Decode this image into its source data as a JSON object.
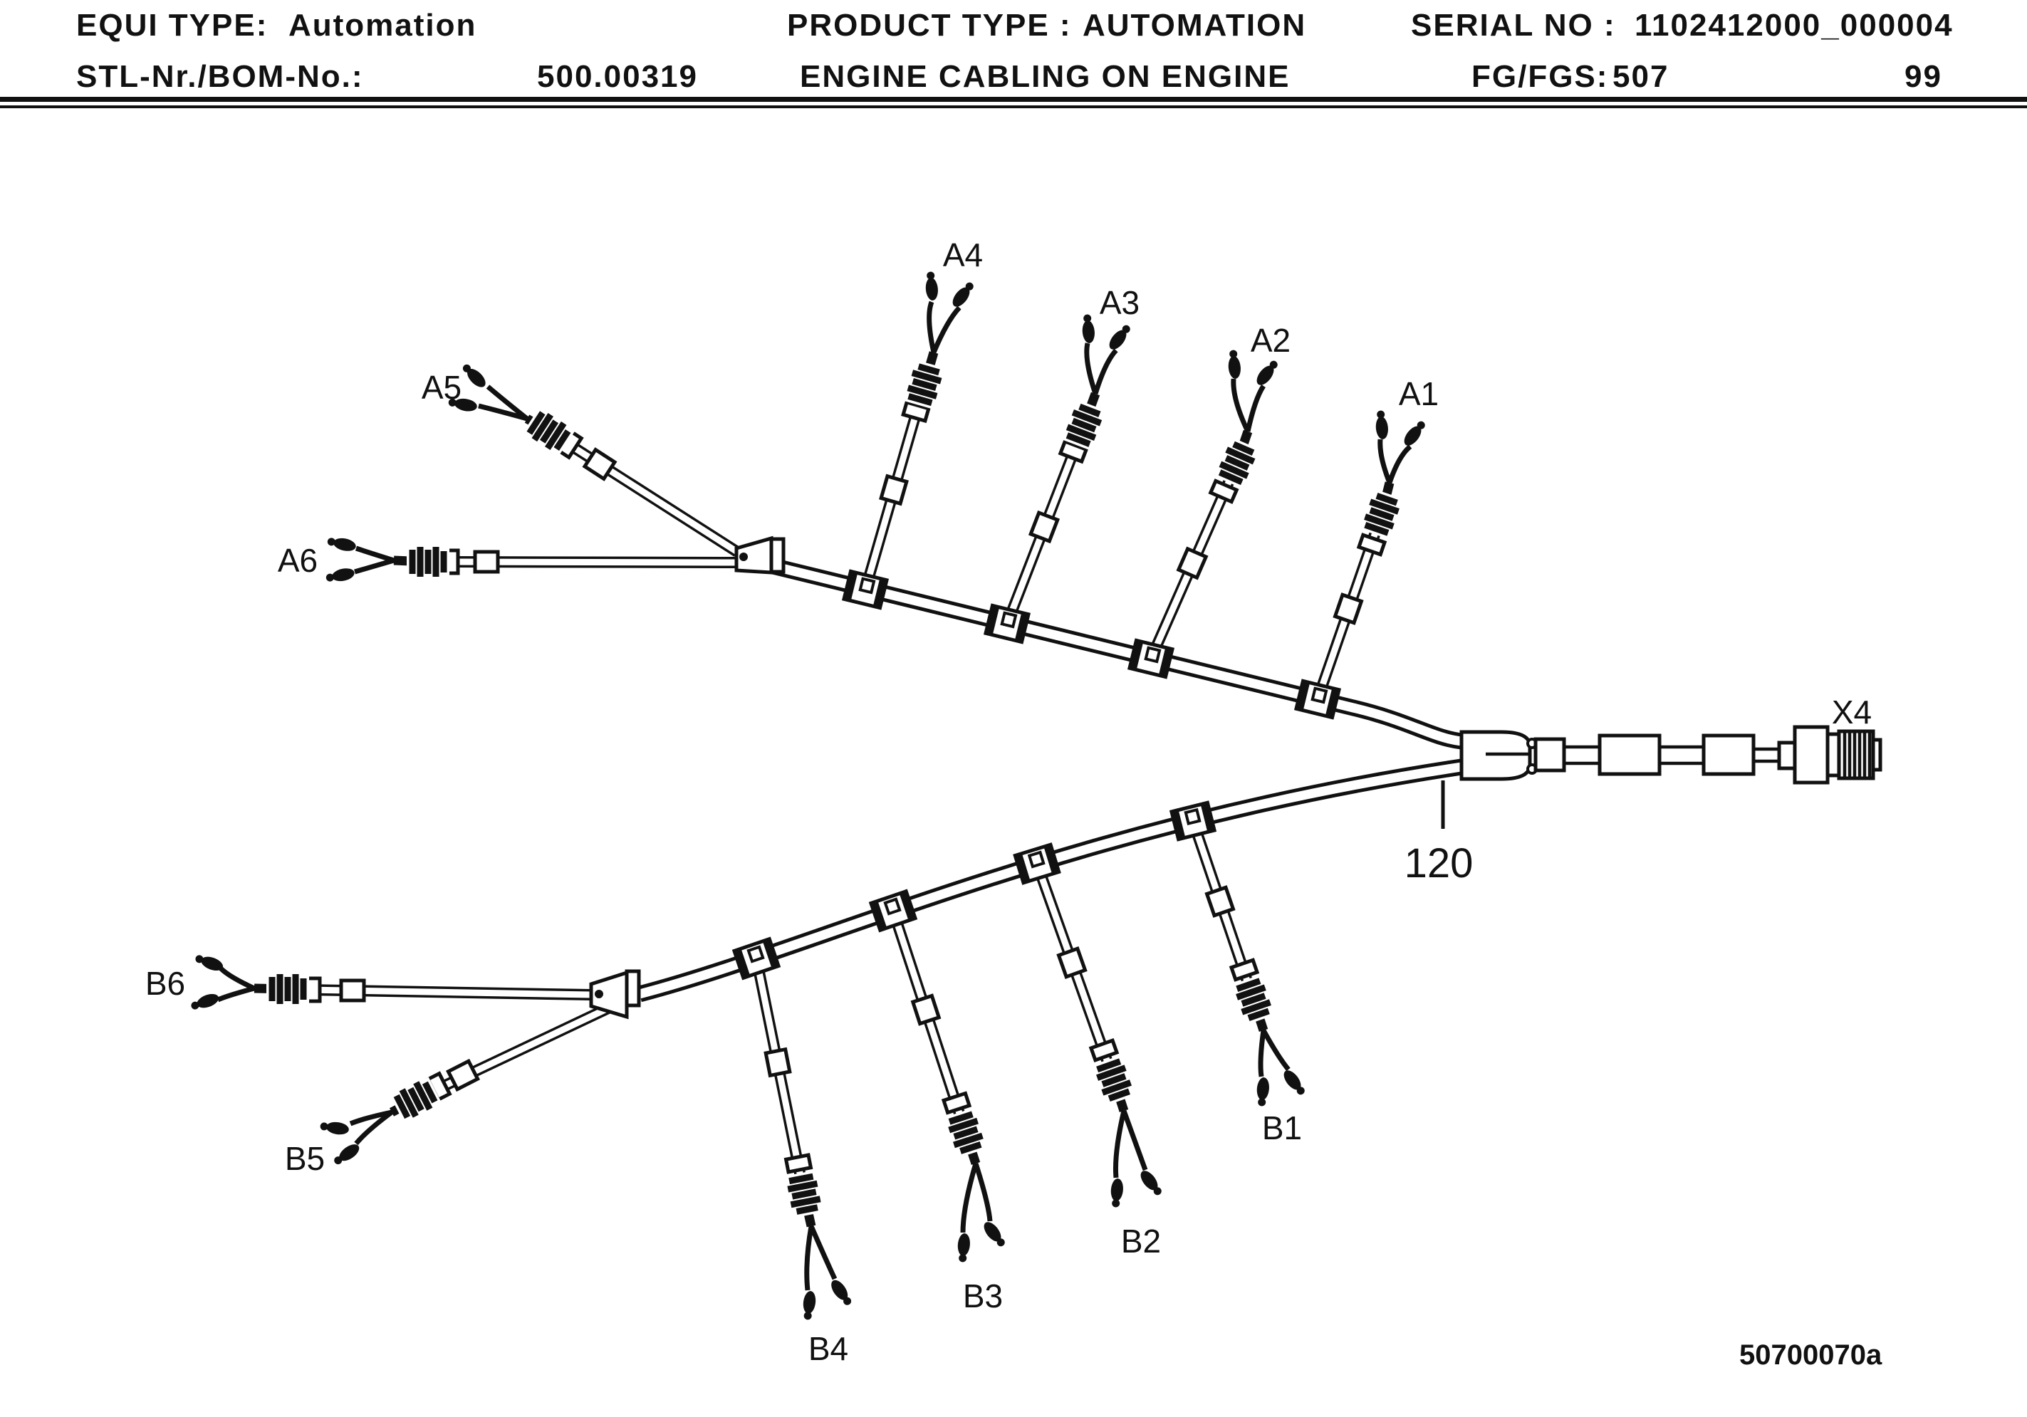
{
  "header": {
    "equi_type_label": "EQUI TYPE:",
    "equi_type_value": "Automation",
    "product_type_label": "PRODUCT TYPE :",
    "product_type_value": "AUTOMATION",
    "serial_no_label": "SERIAL NO :",
    "serial_no_value": "1102412000_000004",
    "stl_bom_label": "STL-Nr./BOM-No.:",
    "stl_bom_value": "500.00319",
    "subtitle": "ENGINE CABLING ON ENGINE",
    "fg_fgs_label": "FG/FGS:",
    "fg_fgs_value": "507",
    "page_number": "99"
  },
  "diagram": {
    "labels": {
      "a1": "A1",
      "a2": "A2",
      "a3": "A3",
      "a4": "A4",
      "a5": "A5",
      "a6": "A6",
      "b1": "B1",
      "b2": "B2",
      "b3": "B3",
      "b4": "B4",
      "b5": "B5",
      "b6": "B6",
      "x4": "X4"
    },
    "callout_120": "120",
    "callout_color": "#2424c8",
    "drawing_number": "50700070a"
  }
}
